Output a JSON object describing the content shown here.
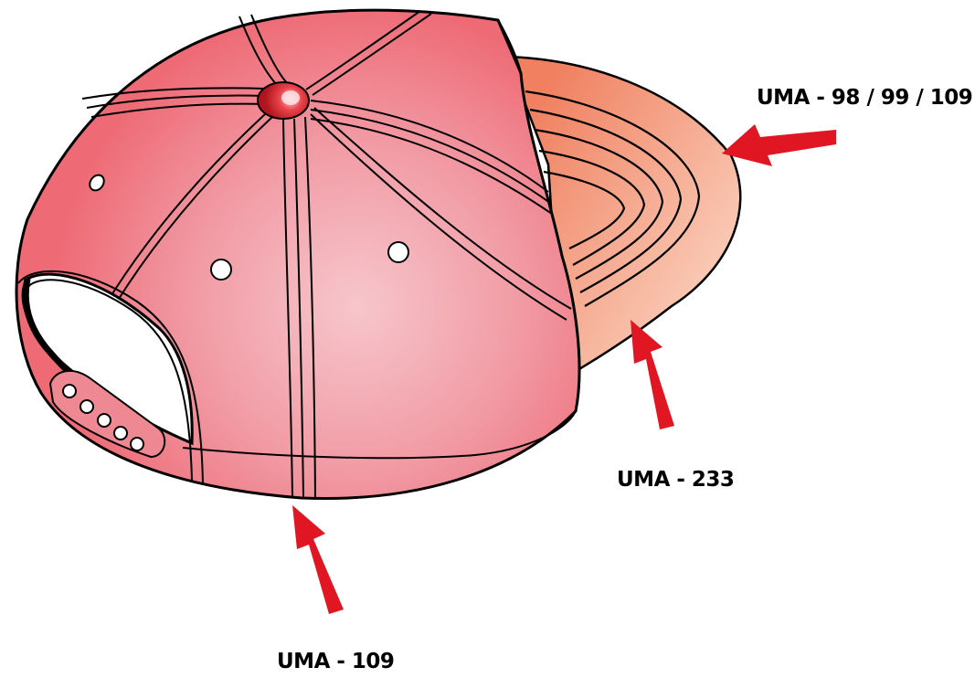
{
  "callouts": {
    "brim_top": "UMA - 98 / 99 / 109",
    "brim_under": "UMA - 233",
    "crown_front": "UMA - 109"
  },
  "colors": {
    "crown_highlight": "#f7c6cc",
    "crown_base": "#ee6b76",
    "brim_dark": "#f08060",
    "brim_light": "#fbd5c2",
    "button": "#d7262c",
    "arrow": "#e01622",
    "outline": "#000000"
  }
}
